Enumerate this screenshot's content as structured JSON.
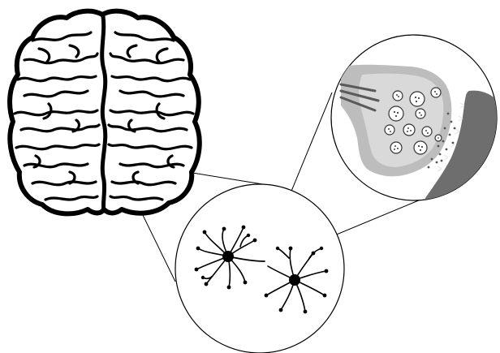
{
  "figure": {
    "labels": [],
    "colors": {
      "line": "#000000",
      "background": "#ffffff",
      "vesicle_fill": "#ffffff",
      "terminal_light": "#bdbdbd",
      "terminal_mid": "#d9d9d9",
      "postsynaptic": "#6e6e6e"
    },
    "parts": [
      {
        "id": "brain",
        "kind": "illustration"
      },
      {
        "id": "neurons-zoom",
        "kind": "magnifier-circle"
      },
      {
        "id": "synapse-zoom",
        "kind": "magnifier-circle"
      }
    ],
    "neuron_count": 2,
    "vesicle_count": 11
  }
}
